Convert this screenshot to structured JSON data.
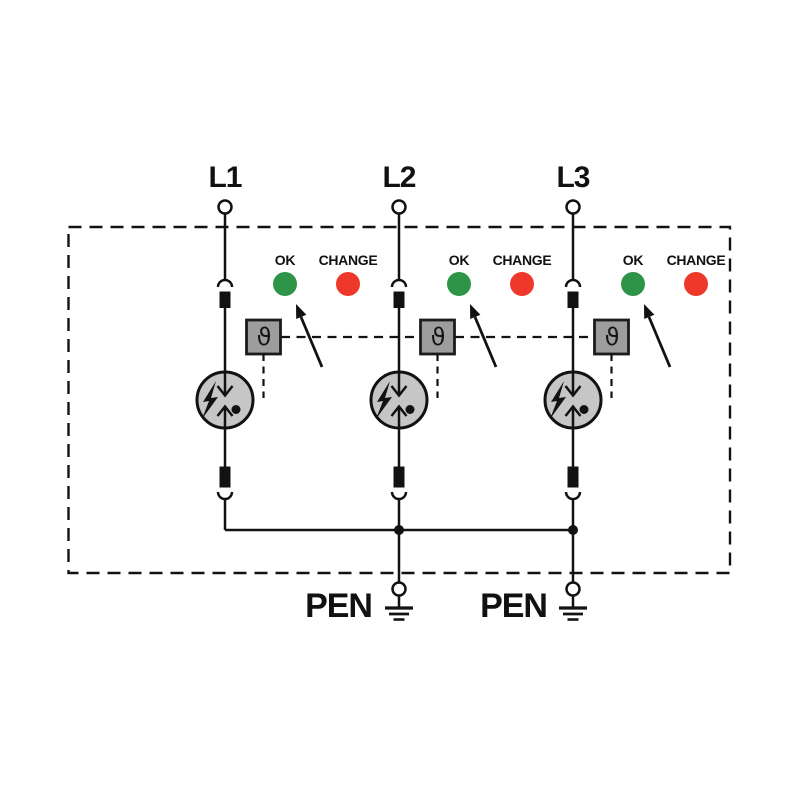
{
  "diagram": {
    "phases": [
      {
        "label": "L1",
        "ok_label": "OK",
        "change_label": "CHANGE",
        "thermal_symbol": "ϑ"
      },
      {
        "label": "L2",
        "ok_label": "OK",
        "change_label": "CHANGE",
        "thermal_symbol": "ϑ"
      },
      {
        "label": "L3",
        "ok_label": "OK",
        "change_label": "CHANGE",
        "thermal_symbol": "ϑ"
      }
    ],
    "pen_terminals": [
      {
        "label": "PEN"
      },
      {
        "label": "PEN"
      }
    ],
    "icons": {
      "surge_arrester": "spark-gap-arrester-icon",
      "thermal_disconnector": "thermal-disconnector-icon",
      "lightning": "lightning-bolt-icon",
      "earth": "earth-ground-icon",
      "status_ok": "ok-indicator-light",
      "status_change": "change-indicator-light"
    },
    "colors": {
      "ok_indicator": "#2e9447",
      "change_indicator": "#ee392a",
      "arrester_fill": "#c6c6c6",
      "thermal_box_fill": "#9d9d9d",
      "line_color": "#121212"
    }
  }
}
